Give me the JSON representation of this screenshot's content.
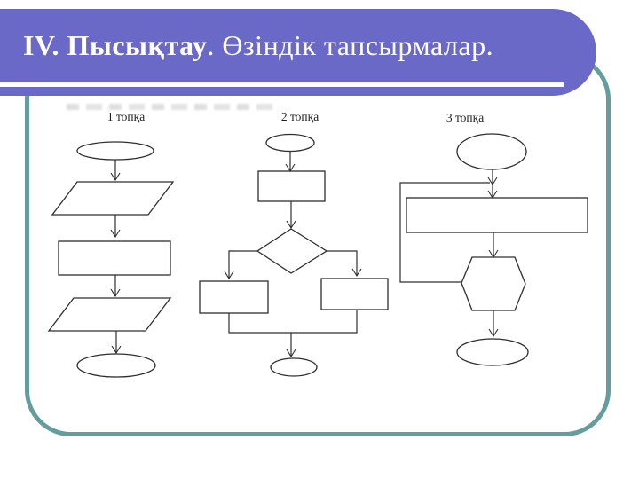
{
  "title": {
    "bold": "IV. Пысықтау",
    "regular": ". Өзіндік тапсырмалар."
  },
  "groups": [
    {
      "label": "1 топқа",
      "structure": [
        "start-ellipse",
        "io-parallelogram",
        "process-rectangle",
        "io-parallelogram",
        "end-ellipse"
      ]
    },
    {
      "label": "2 топқа",
      "structure": [
        "start-ellipse",
        "process-rectangle",
        "decision-diamond",
        "branch-rectangle-left",
        "branch-rectangle-right",
        "end-ellipse"
      ]
    },
    {
      "label": "3 топқа",
      "structure": [
        "start-ellipse",
        "process-rectangle",
        "loop-hexagon",
        "end-ellipse",
        "feedback-loop"
      ]
    }
  ],
  "colors": {
    "title_background": "#6b69c7",
    "title_text": "#ffffff",
    "frame_border": "#659c9d",
    "diagram_ink": "#2e2e2e"
  }
}
